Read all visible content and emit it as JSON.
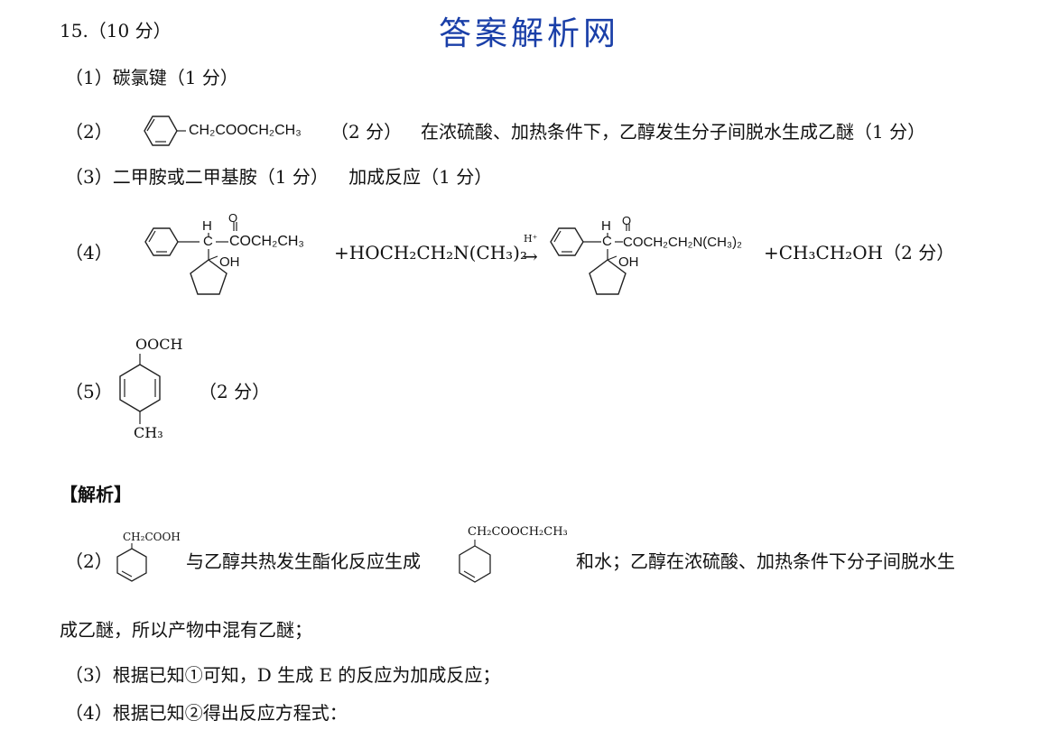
{
  "header": {
    "question_number": "15.（10 分）",
    "watermark": "答案解析网"
  },
  "answers": {
    "a1": {
      "label": "（1）",
      "text": "碳氯键（1 分）"
    },
    "a2": {
      "label": "（2）",
      "formula": "CH₂COOCH₂CH₃",
      "score": "（2 分）",
      "text": "在浓硫酸、加热条件下，乙醇发生分子间脱水生成乙醚（1 分）"
    },
    "a3": {
      "label": "（3）",
      "text": "二甲胺或二甲基胺（1 分）",
      "text2": "加成反应（1 分）"
    },
    "a4": {
      "label": "（4）",
      "reactant_H": "H",
      "reactant_C": "C",
      "reactant_O": "O",
      "reactant_ester": "COCH₂CH₃",
      "reactant_OH": "OH",
      "reagent": "+HOCH₂CH₂N(CH₃)₂",
      "catalyst": "H⁺",
      "arrow": "→",
      "product_H": "H",
      "product_C": "C",
      "product_O": "O",
      "product_ester": "COCH₂CH₂N(CH₃)₂",
      "product_OH": "OH",
      "byproduct": "+CH₃CH₂OH（2 分）"
    },
    "a5": {
      "label": "（5）",
      "top_group": "OOCH",
      "bottom_group": "CH₃",
      "score": "（2 分）"
    }
  },
  "analysis": {
    "heading": "【解析】",
    "p2": {
      "label": "（2）",
      "reactant_group": "CH₂COOH",
      "text_a": "与乙醇共热发生酯化反应生成",
      "product_group": "CH₂COOCH₂CH₃",
      "text_b": "和水；乙醇在浓硫酸、加热条件下分子间脱水生",
      "text_c": "成乙醚，所以产物中混有乙醚；"
    },
    "p3": "（3）根据已知①可知，D 生成 E 的反应为加成反应；",
    "p4": "（4）根据已知②得出反应方程式："
  },
  "icons": [
    "benzene-ring-icon",
    "cyclopentane-ring-icon",
    "reaction-arrow-icon"
  ]
}
